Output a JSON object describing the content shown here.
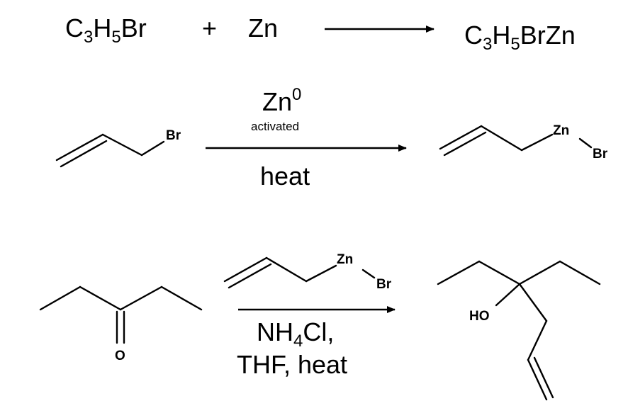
{
  "reaction1": {
    "reactant1": {
      "c": "C",
      "c_n": "3",
      "h": "H",
      "h_n": "5",
      "tail": "Br"
    },
    "plus": "+",
    "reactant2": "Zn",
    "product": {
      "c": "C",
      "c_n": "3",
      "h": "H",
      "h_n": "5",
      "tail": "BrZn"
    }
  },
  "reaction2": {
    "reagent": "Zn",
    "reagent_sup": "0",
    "reagent_note": "activated",
    "condition": "heat",
    "reactant_atom": "Br",
    "product_atom1": "Zn",
    "product_atom2": "Br"
  },
  "reaction3": {
    "reactant_atom": "O",
    "reagent_atom1": "Zn",
    "reagent_atom2": "Br",
    "condition_line1_a": "NH",
    "condition_line1_sub": "4",
    "condition_line1_b": "Cl,",
    "condition_line2": "THF, heat",
    "product_atom": "HO"
  }
}
